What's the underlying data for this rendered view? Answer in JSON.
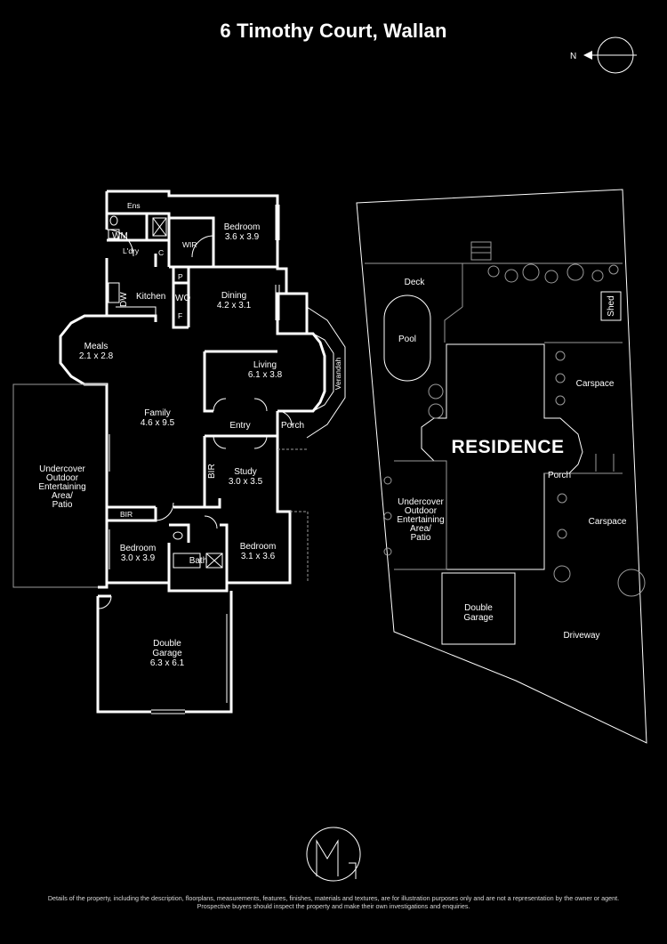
{
  "title": "6 Timothy Court, Wallan",
  "compass": {
    "label": "N"
  },
  "floorplan": {
    "rooms": {
      "ens": "Ens",
      "wm": "WM",
      "ldry": "L'dry",
      "c": "C",
      "wir": "WIR",
      "bedroom1": {
        "name": "Bedroom",
        "size": "3.6 x 3.9"
      },
      "kitchen": "Kitchen",
      "dw": "DW",
      "p": "P",
      "wo": "WO",
      "f": "F",
      "dining": {
        "name": "Dining",
        "size": "4.2 x 3.1"
      },
      "meals": {
        "name": "Meals",
        "size": "2.1 x 2.8"
      },
      "living": {
        "name": "Living",
        "size": "6.1 x 3.8"
      },
      "verandah": "Verandah",
      "family": {
        "name": "Family",
        "size": "4.6 x 9.5"
      },
      "entry": "Entry",
      "porch": "Porch",
      "outdoor": [
        "Undercover",
        "Outdoor",
        "Entertaining",
        "Area/",
        "Patio"
      ],
      "bir1": "BIR",
      "study": {
        "name": "Study",
        "size": "3.0 x 3.5"
      },
      "bir2": "BIR",
      "bedroom2": {
        "name": "Bedroom",
        "size": "3.0 x 3.9"
      },
      "bath": "Bath",
      "bedroom3": {
        "name": "Bedroom",
        "size": "3.1 x 3.6"
      },
      "garage": {
        "name": "Double",
        "name2": "Garage",
        "size": "6.3 x 6.1"
      }
    }
  },
  "siteplan": {
    "deck": "Deck",
    "pool": "Pool",
    "shed": "Shed",
    "carspace_top": "Carspace",
    "residence": "RESIDENCE",
    "porch": "Porch",
    "outdoor": [
      "Undercover",
      "Outdoor",
      "Entertaining",
      "Area/",
      "Patio"
    ],
    "carspace_bottom": "Carspace",
    "garage": [
      "Double",
      "Garage"
    ],
    "driveway": "Driveway"
  },
  "logo": {
    "icon": "mg-monogram-icon"
  },
  "disclaimer": [
    "Details of the property, including the description, floorplans, measurements, features, finishes, materials and textures, are for illustration purposes only and are not a representation by the owner or agent.",
    "Prospective buyers should inspect the property and make their own investigations and enquiries."
  ]
}
